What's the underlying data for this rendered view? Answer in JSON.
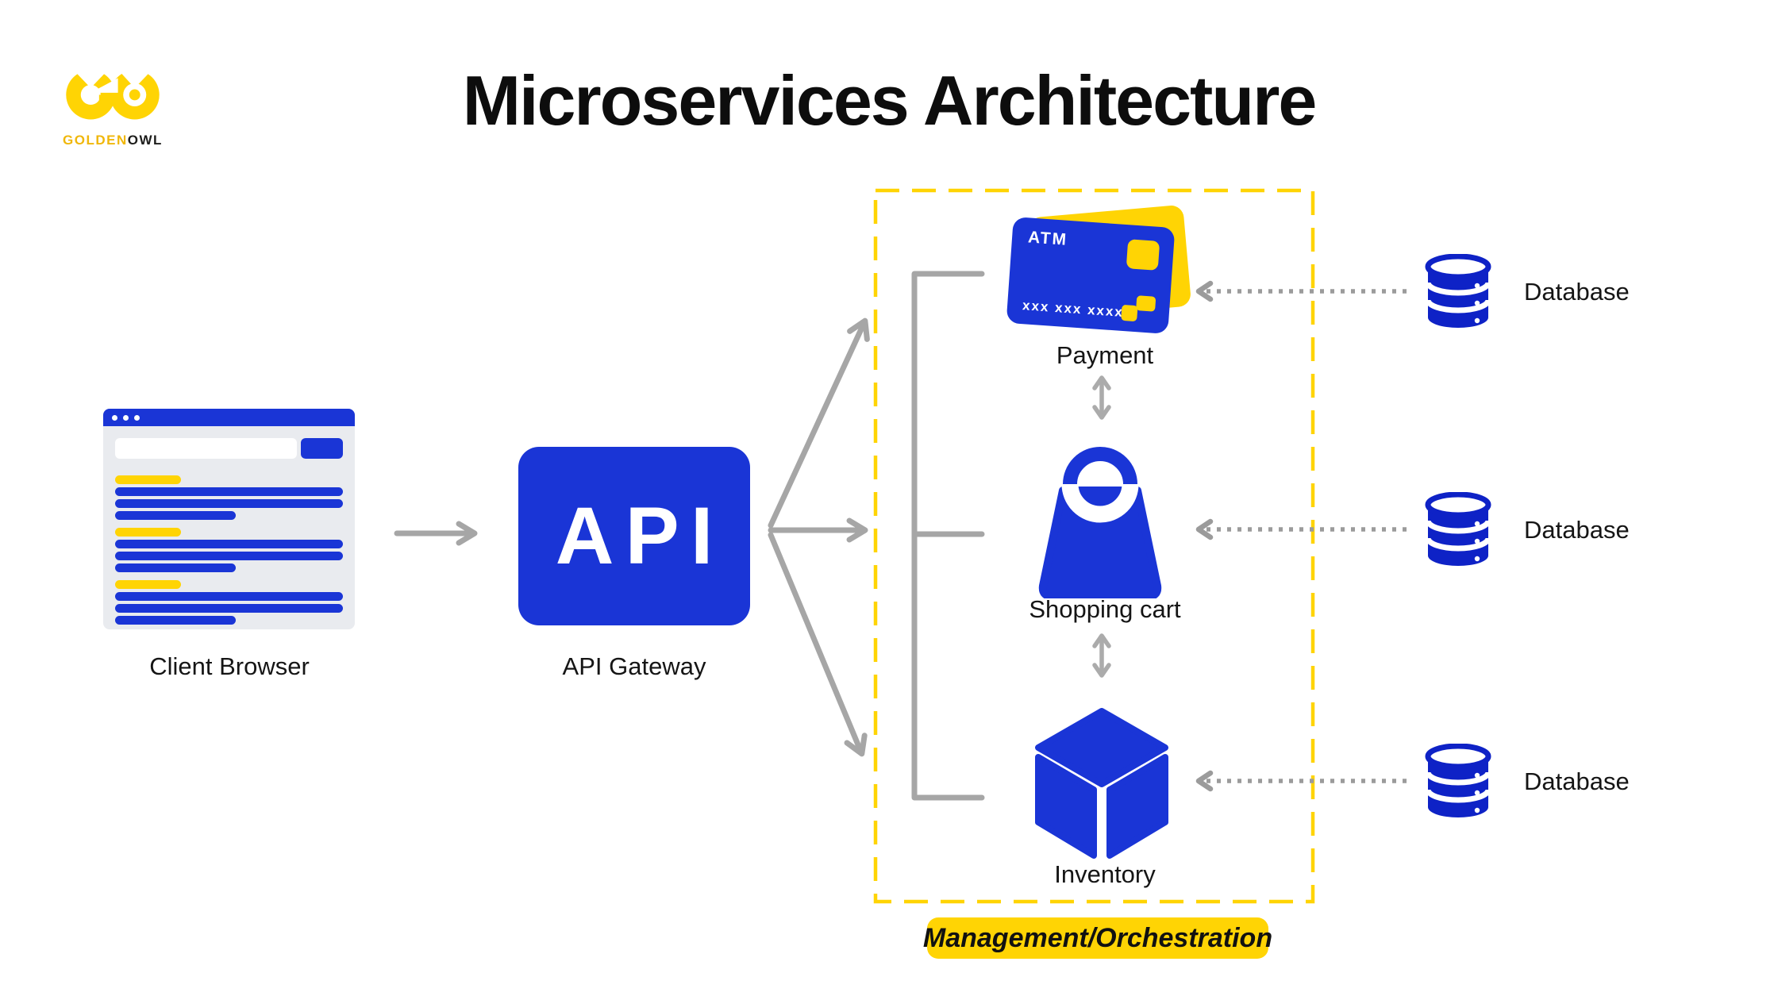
{
  "brand": {
    "mark": "golden-owl-go-monogram",
    "name_part1": "GOLDEN",
    "name_part2": "OWL"
  },
  "title": "Microservices Architecture",
  "client": {
    "label": "Client Browser"
  },
  "gateway": {
    "icon_text": "API",
    "label": "API Gateway"
  },
  "services": {
    "payment": {
      "label": "Payment",
      "card_text_top": "ATM",
      "card_text_bottom": "xxx xxx xxxx"
    },
    "shopping_cart": {
      "label": "Shopping cart"
    },
    "inventory": {
      "label": "Inventory"
    }
  },
  "databases": [
    {
      "label": "Database"
    },
    {
      "label": "Database"
    },
    {
      "label": "Database"
    }
  ],
  "management": {
    "label": "Management/Orchestration"
  },
  "colors": {
    "primary_blue": "#1a35d6",
    "database_blue": "#0e22c6",
    "accent_yellow": "#ffd404",
    "logo_text_gold": "#f0b70a",
    "connector_gray": "#a6a6a6",
    "dotted_gray": "#9b9b9b",
    "browser_body_gray": "#e9ebef"
  }
}
